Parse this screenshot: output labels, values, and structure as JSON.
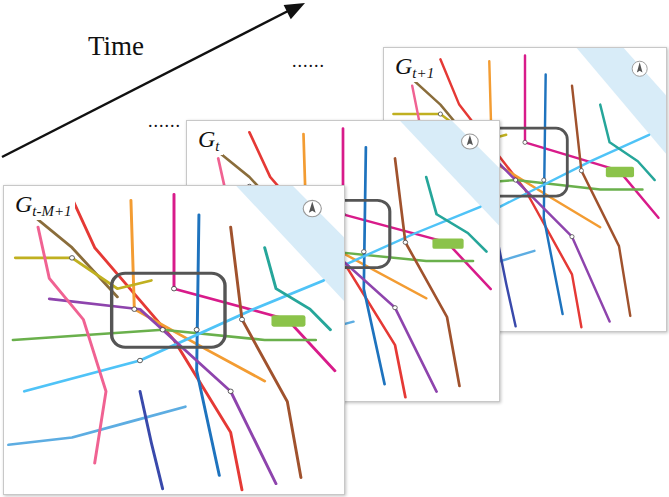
{
  "diagram": {
    "nodes": [
      {
        "text": [
          "Gt-M+1"
        ]
      },
      {
        "text": [
          "Gt"
        ]
      },
      {
        "text": [
          "Gt+1"
        ]
      }
    ],
    "labels": [
      "Time",
      "......",
      "......"
    ]
  }
}
